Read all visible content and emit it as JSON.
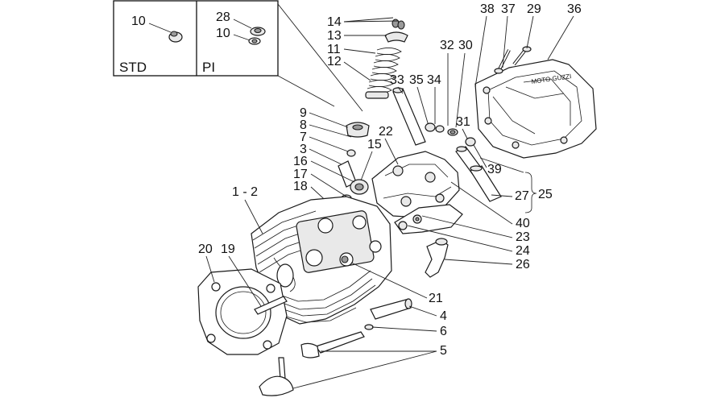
{
  "inset": {
    "std_label": "STD",
    "pi_label": "PI",
    "std_part": "10",
    "pi_parts": [
      "28",
      "10"
    ]
  },
  "labels": {
    "l14": "14",
    "l13": "13",
    "l11": "11",
    "l12": "12",
    "l38": "38",
    "l37": "37",
    "l29": "29",
    "l36": "36",
    "l32": "32",
    "l30": "30",
    "l33": "33",
    "l35": "35",
    "l34": "34",
    "l9": "9",
    "l8": "8",
    "l7": "7",
    "l3": "3",
    "l22": "22",
    "l15": "15",
    "l31": "31",
    "l16": "16",
    "l17": "17",
    "l18": "18",
    "l39": "39",
    "l27": "27",
    "l25": "25",
    "l1_2": "1 - 2",
    "l40": "40",
    "l23": "23",
    "l24": "24",
    "l26": "26",
    "l20": "20",
    "l19": "19",
    "l21": "21",
    "l4": "4",
    "l6": "6",
    "l5": "5"
  },
  "cover_brand": "MOTO GUZZI",
  "colors": {
    "line": "#1a1a1a",
    "background": "#ffffff"
  }
}
